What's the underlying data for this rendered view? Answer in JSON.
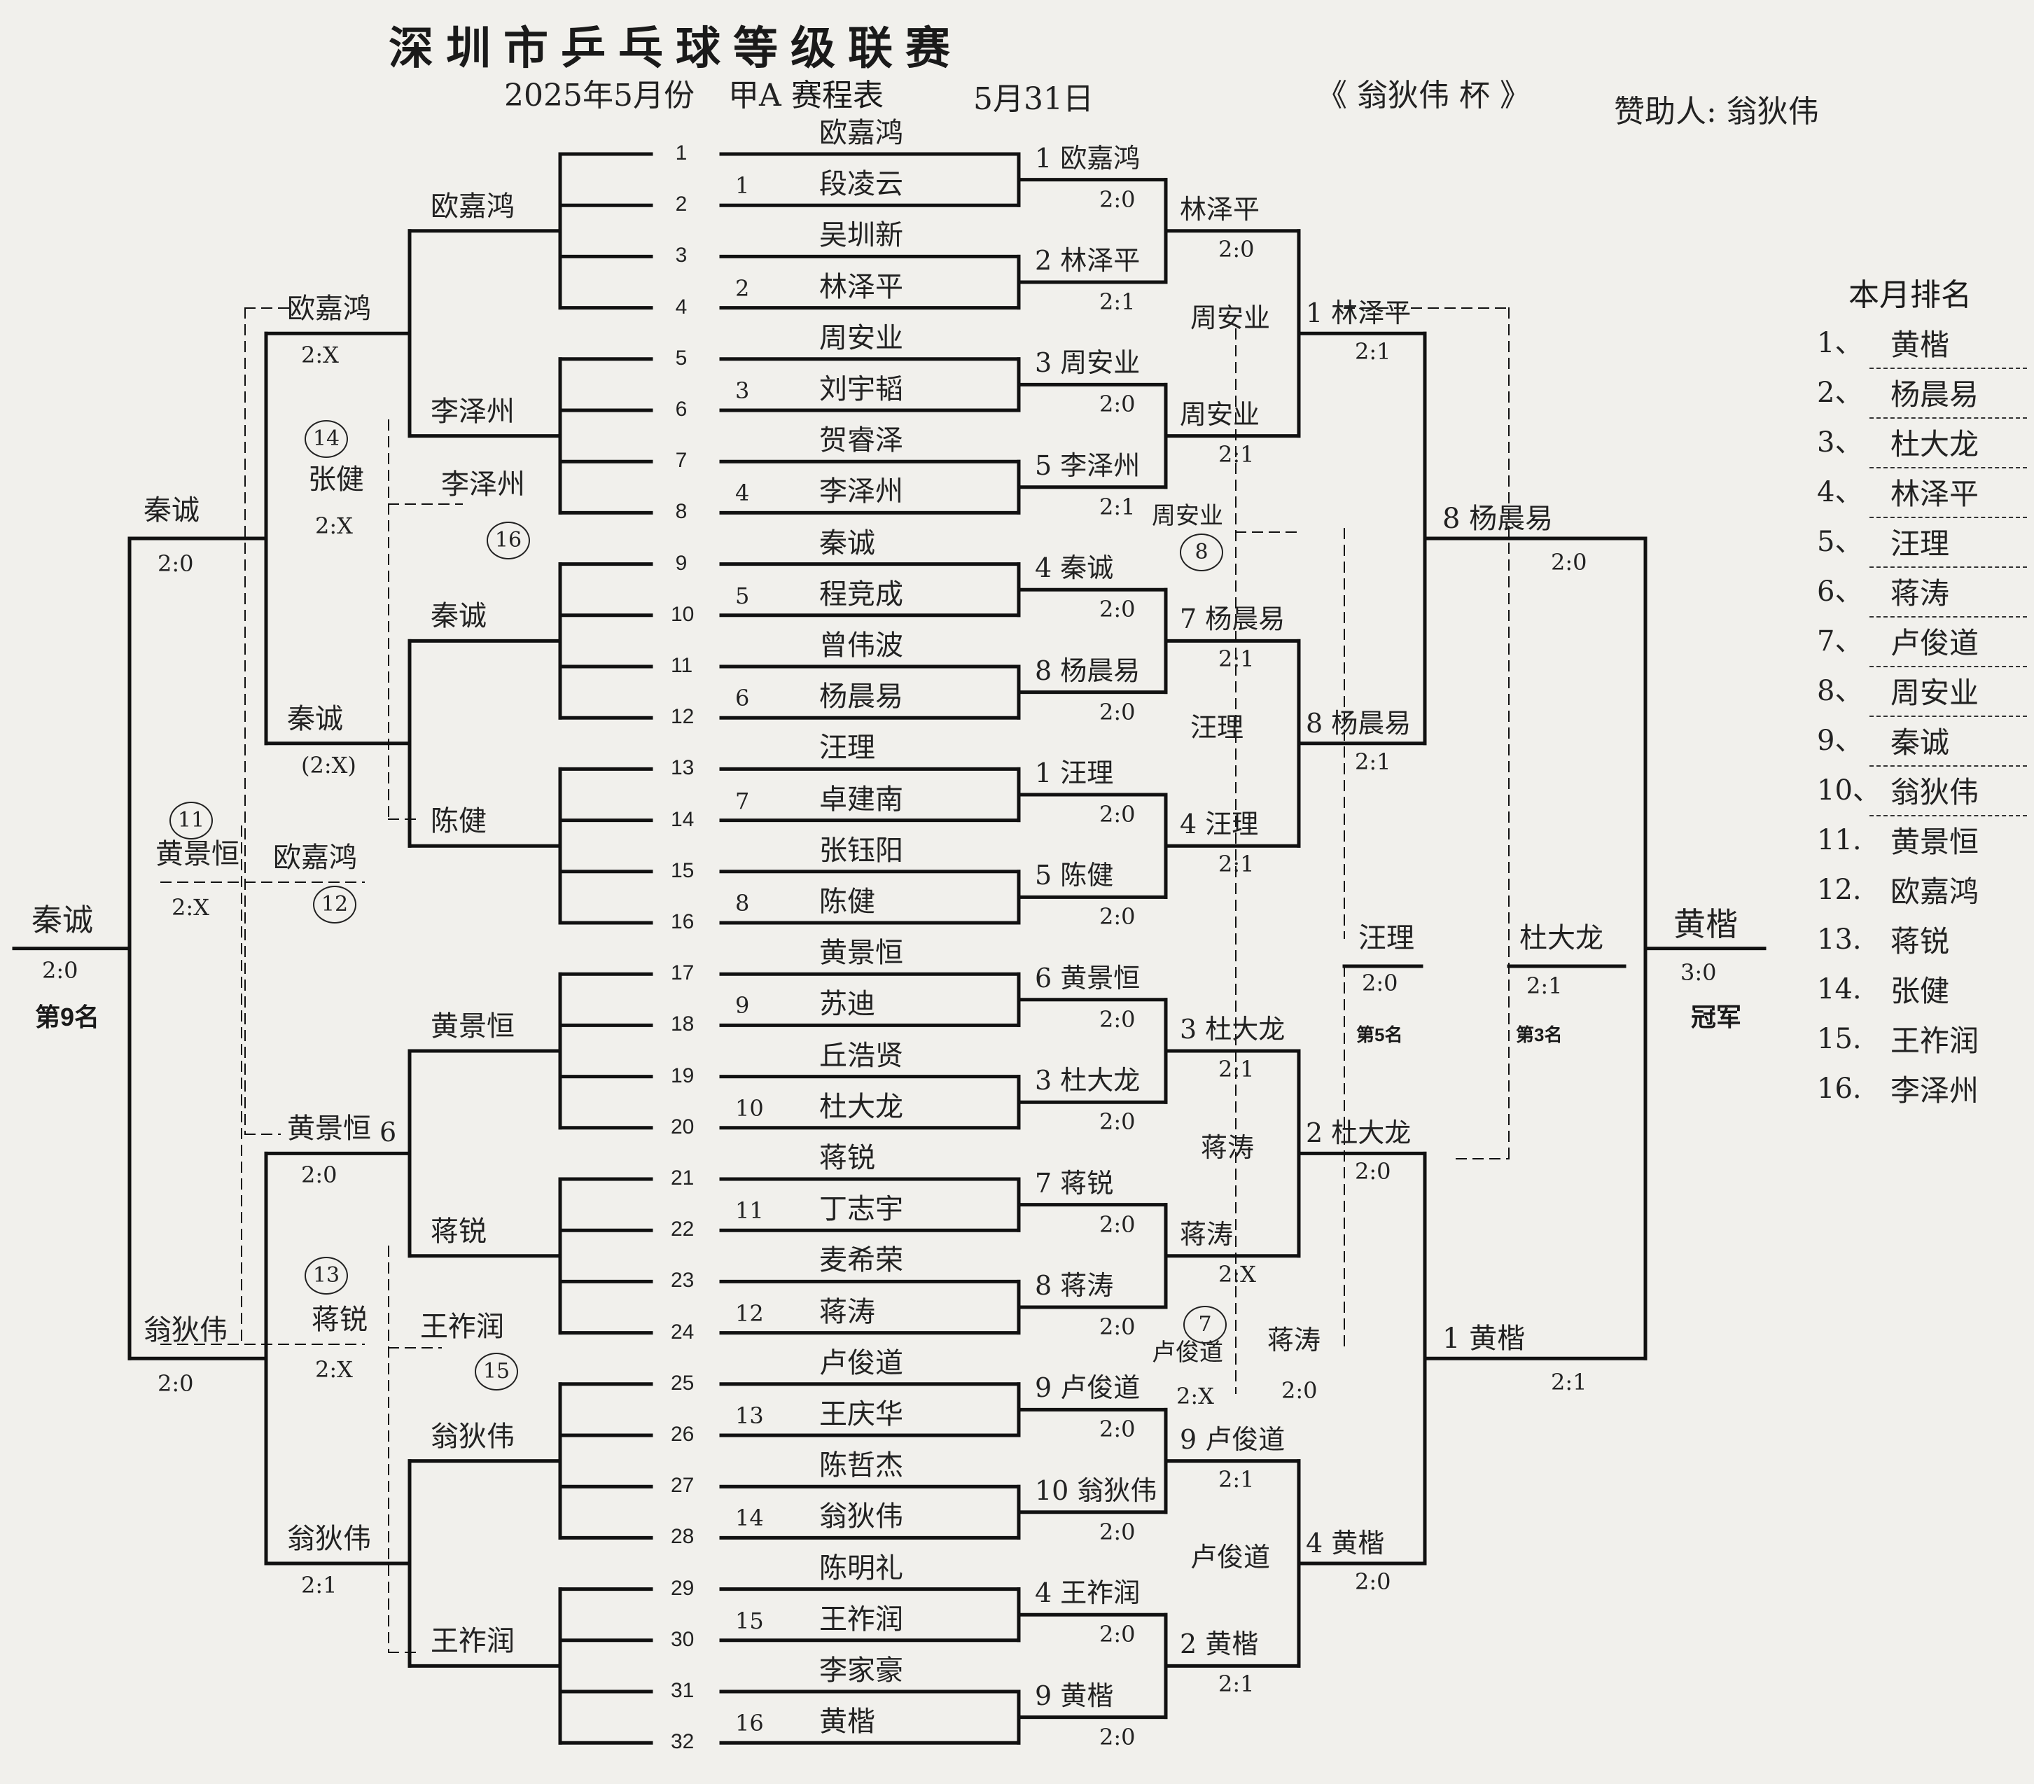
{
  "header": {
    "title": "深圳市乒乓球等级联赛",
    "subtitle_date": "2025年5月份",
    "subtitle_group": "甲A",
    "subtitle_sched": "赛程表",
    "match_date": "5月31日",
    "cup": "《 翁狄伟 杯 》",
    "sponsor": "赞助人: 翁狄伟"
  },
  "slot_numbers": [
    "1",
    "2",
    "3",
    "4",
    "5",
    "6",
    "7",
    "8",
    "9",
    "10",
    "11",
    "12",
    "13",
    "14",
    "15",
    "16",
    "17",
    "18",
    "19",
    "20",
    "21",
    "22",
    "23",
    "24",
    "25",
    "26",
    "27",
    "28",
    "29",
    "30",
    "31",
    "32"
  ],
  "entrants": {
    "names": [
      "欧嘉鸿",
      "段凌云",
      "吴圳新",
      "林泽平",
      "周安业",
      "刘宇韬",
      "贺睿泽",
      "李泽州",
      "秦诚",
      "程竞成",
      "曾伟波",
      "杨晨易",
      "汪理",
      "卓建南",
      "张钰阳",
      "陈健",
      "黄景恒",
      "苏迪",
      "丘浩贤",
      "杜大龙",
      "蒋锐",
      "丁志宇",
      "麦希荣",
      "蒋涛",
      "卢俊道",
      "王庆华",
      "陈哲杰",
      "翁狄伟",
      "陈明礼",
      "王祚润",
      "李家豪",
      "黄楷"
    ],
    "seeds": [
      "1",
      "2",
      "3",
      "4",
      "5",
      "6",
      "7",
      "8",
      "9",
      "10",
      "11",
      "12",
      "13",
      "14",
      "15",
      "16"
    ]
  },
  "round1": {
    "winners": [
      "1 欧嘉鸿",
      "2 林泽平",
      "3 周安业",
      "5 李泽州",
      "4 秦诚",
      "8 杨晨易",
      "1 汪理",
      "5 陈健",
      "6 黄景恒",
      "3 杜大龙",
      "7 蒋锐",
      "8 蒋涛",
      "9 卢俊道",
      "10 翁狄伟",
      "4 王祚润",
      "9 黄楷"
    ],
    "scores": [
      "2:0",
      "2:1",
      "2:0",
      "2:1",
      "2:0",
      "2:0",
      "2:0",
      "2:0",
      "2:0",
      "2:0",
      "2:0",
      "2:0",
      "2:0",
      "2:0",
      "2:0",
      "2:0"
    ]
  },
  "round2": {
    "winners": [
      "林泽平",
      "周安业",
      "7 杨晨易",
      "4 汪理",
      "3 杜大龙",
      "蒋涛",
      "9 卢俊道",
      "2 黄楷"
    ],
    "scores": [
      "2:0",
      "2:1",
      "2:1",
      "2:1",
      "2:1",
      "2:X",
      "2:1",
      "2:1"
    ],
    "losers": [
      "周安业",
      "汪理",
      "蒋涛",
      "卢俊道"
    ]
  },
  "round3": {
    "winners": [
      "1 林泽平",
      "8 杨晨易",
      "2 杜大龙",
      "4 黄楷"
    ],
    "scores": [
      "2:1",
      "2:1",
      "2:0",
      "2:0"
    ]
  },
  "semis": {
    "winners": [
      "8 杨晨易",
      "1 黄楷"
    ],
    "scores": [
      "2:0",
      "2:1"
    ]
  },
  "final": {
    "winner": "黄楷",
    "score": "3:0",
    "label": "冠军"
  },
  "third": {
    "winner": "杜大龙",
    "score": "2:1",
    "label": "第3名"
  },
  "fifth": {
    "winner": "汪理",
    "score": "2:0",
    "label": "第5名"
  },
  "seventh": {
    "name": "周安业",
    "rank": "⑧",
    "r2_name": "卢俊道",
    "r2_score": "2:X",
    "r2_rank": "⑦",
    "loser_tag": "蒋涛",
    "loser_score": "2:0"
  },
  "left_r1": {
    "winners": [
      "欧嘉鸿",
      "李泽州",
      "秦诚",
      "陈健",
      "黄景恒",
      "蒋锐",
      "翁狄伟",
      "王祚润"
    ]
  },
  "left_r2": {
    "winners": [
      "欧嘉鸿",
      "秦诚",
      "黄景恒",
      "翁狄伟"
    ],
    "scores": [
      "2:X",
      "(2:X)",
      "2:0",
      "2:1"
    ],
    "rank16_name": "李泽州",
    "rank16": "16",
    "rank15_name": "王祚润",
    "rank15": "15",
    "rank14_name": "张健",
    "rank14_score": "2:X",
    "rank14": "14",
    "rank13_name": "蒋锐",
    "rank13_score": "2:X",
    "rank13": "13",
    "rank12_name": "欧嘉鸿",
    "rank12": "12",
    "rank11_name": "黄景恒",
    "rank11_score": "2:X",
    "rank11": "11",
    "huang6": "6"
  },
  "left_r3": {
    "winners": [
      "秦诚",
      "翁狄伟"
    ],
    "scores": [
      "2:0",
      "2:0"
    ]
  },
  "ninth": {
    "winner": "秦诚",
    "score": "2:0",
    "label": "第9名"
  },
  "ranking": {
    "title": "本月排名",
    "items": [
      {
        "n": "1、",
        "name": "黄楷"
      },
      {
        "n": "2、",
        "name": "杨晨易"
      },
      {
        "n": "3、",
        "name": "杜大龙"
      },
      {
        "n": "4、",
        "name": "林泽平"
      },
      {
        "n": "5、",
        "name": "汪理"
      },
      {
        "n": "6、",
        "name": "蒋涛"
      },
      {
        "n": "7、",
        "name": "卢俊道"
      },
      {
        "n": "8、",
        "name": "周安业"
      },
      {
        "n": "9、",
        "name": "秦诚"
      },
      {
        "n": "10、",
        "name": "翁狄伟"
      },
      {
        "n": "11.",
        "name": "黄景恒"
      },
      {
        "n": "12.",
        "name": "欧嘉鸿"
      },
      {
        "n": "13.",
        "name": "蒋锐"
      },
      {
        "n": "14.",
        "name": "张健"
      },
      {
        "n": "15.",
        "name": "王祚润"
      },
      {
        "n": "16.",
        "name": "李泽州"
      }
    ]
  }
}
